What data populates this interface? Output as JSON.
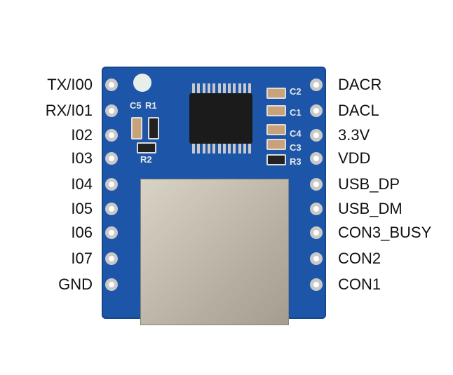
{
  "left_pins": [
    "TX/I00",
    "RX/I01",
    "I02",
    "I03",
    "I04",
    "I05",
    "I06",
    "I07",
    "GND"
  ],
  "right_pins": [
    "DACR",
    "DACL",
    "3.3V",
    "VDD",
    "USB_DP",
    "USB_DM",
    "CON3_BUSY",
    "CON2",
    "CON1"
  ],
  "silkscreen": {
    "c5": "C5",
    "r1": "R1",
    "r2": "R2",
    "c2": "C2",
    "c1": "C1",
    "c4": "C4",
    "c3": "C3",
    "r3": "R3"
  },
  "colors": {
    "board": "#1d55a8",
    "sd_card": "#c8c1b3"
  }
}
